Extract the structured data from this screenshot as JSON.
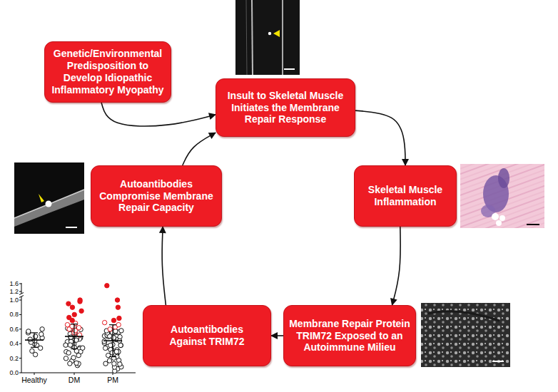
{
  "diagram": {
    "nodes": [
      {
        "text": [
          "Genetic/Environmental Predisposition to Develop Idiopathic Inflammatory Myopathy"
        ]
      },
      {
        "text": [
          "Insult to Skeletal Muscle Initiates the Membrane Repair Response"
        ]
      },
      {
        "text": [
          "Skeletal Muscle Inflammation"
        ]
      },
      {
        "text": [
          "Membrane Repair Protein TRIM72 Exposed to an Autoimmune Milieu"
        ]
      },
      {
        "text": [
          "Autoantibodies Against TRIM72"
        ]
      },
      {
        "text": [
          "Autoantibodies Compromise Membrane Repair Capacity"
        ]
      }
    ],
    "edges": [
      {
        "from": 0,
        "to": 1,
        "arrow": "to"
      },
      {
        "from": 1,
        "to": 2,
        "arrow": "to"
      },
      {
        "from": 2,
        "to": 3,
        "arrow": "to"
      },
      {
        "from": 3,
        "to": 4,
        "arrow": "to"
      },
      {
        "from": 4,
        "to": 5,
        "arrow": "to"
      },
      {
        "from": 5,
        "to": 1,
        "arrow": "to"
      }
    ],
    "labels": [
      "1.6",
      "1.2",
      "1.0",
      "0.8",
      "0.6",
      "0.4",
      "0.2",
      "0.0",
      "Healthy",
      "DM",
      "PM"
    ]
  }
}
